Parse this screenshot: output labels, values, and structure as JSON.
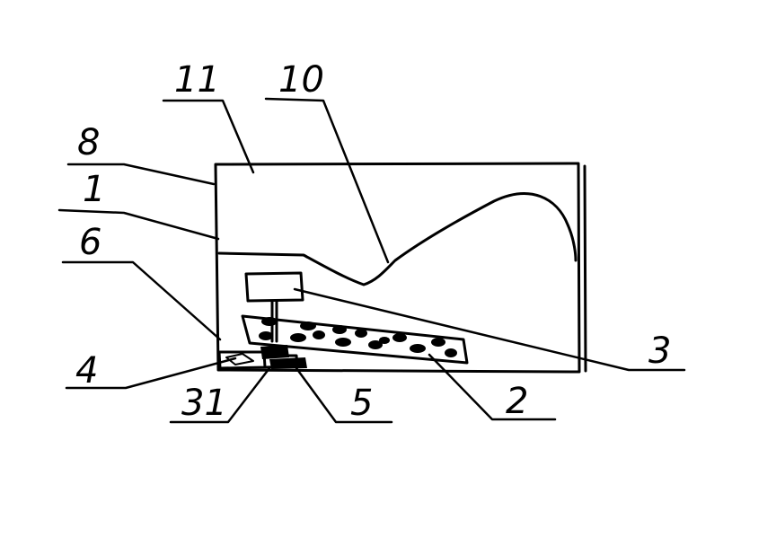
{
  "figure": {
    "labels": {
      "l8": "8",
      "l1": "1",
      "l6": "6",
      "l4": "4",
      "l31": "31",
      "l5": "5",
      "l2": "2",
      "l3": "3",
      "l10": "10",
      "l11": "11"
    },
    "ink_color": "#000000",
    "background_color": "#ffffff"
  }
}
